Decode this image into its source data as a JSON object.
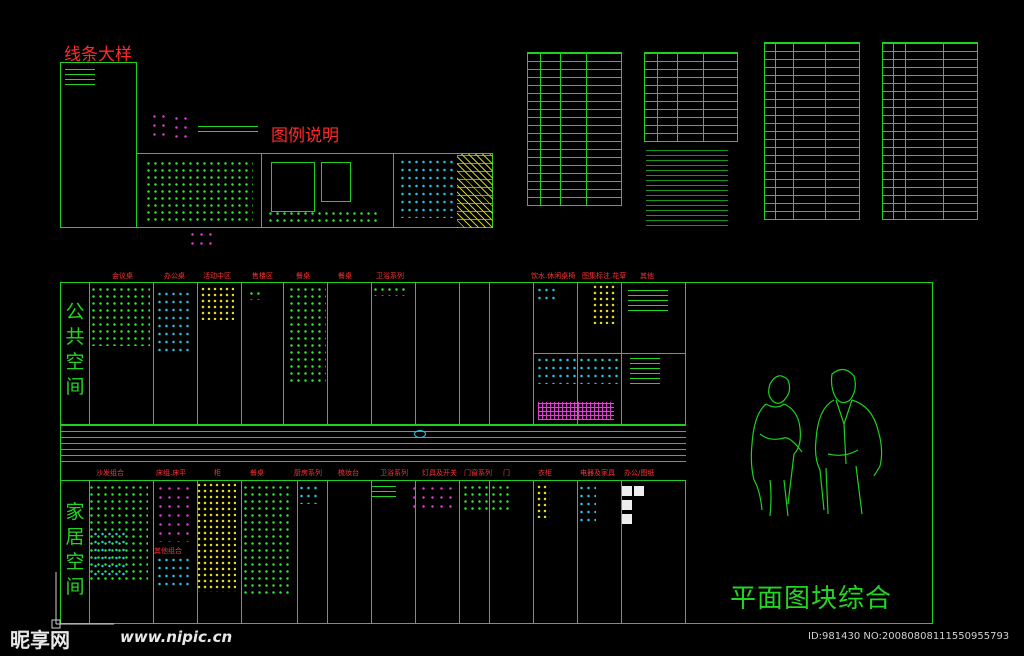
{
  "top": {
    "line_styles_title": "线条大样",
    "legend_title": "图例说明"
  },
  "public_space": {
    "vertical_label": [
      "公",
      "共",
      "空",
      "间"
    ],
    "headers": [
      "会议桌",
      "办公桌",
      "活动中区",
      "售楼区",
      "餐桌",
      "餐桌",
      "卫浴系列",
      "饮水.休闲桌椅",
      "图集标注.花草",
      "其他"
    ]
  },
  "home_space": {
    "vertical_label": [
      "家",
      "居",
      "空",
      "间"
    ],
    "headers": [
      "沙发组合",
      "床组.床平",
      "柜",
      "餐桌",
      "厨房系列",
      "梳妆台",
      "卫浴系列",
      "灯具及开关",
      "门窗系列",
      "门",
      "衣柜",
      "电器及家具",
      "办公/图纸"
    ],
    "sub_label": "其他组合"
  },
  "title": "平面图块综合",
  "footer": {
    "logo": "昵享网",
    "url": "www.nipic.cn",
    "id_text": "ID:981430 NO:20080808111550955793"
  },
  "colors": {
    "background": "#000000",
    "cad_green": "#1fd01f",
    "cad_red": "#ff2a2a"
  }
}
